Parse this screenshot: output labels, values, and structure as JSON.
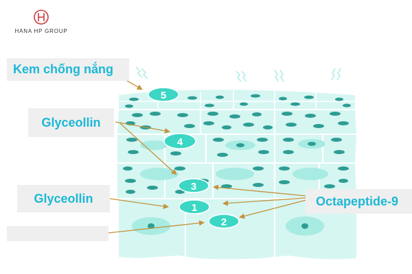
{
  "brand": {
    "name": "HANA HP GROUP",
    "logo_icon": "hana-hp-logo-icon",
    "logo_color": "#c83a3a"
  },
  "labels": {
    "sunscreen": "Kem chống nắng",
    "glyceollin_top": "Glyceollin",
    "glyceollin_bottom": "Glyceollin",
    "octapeptide": "Octapeptide-9",
    "blank": ""
  },
  "markers": [
    "5",
    "4",
    "3",
    "1",
    "2"
  ],
  "colors": {
    "label_text": "#1cb8d6",
    "label_bg": "#efefef",
    "marker_fill": "#3cd6c4",
    "cell": "#d6f6f2",
    "cell_outline": "#ffffff",
    "nucleus": "#a8ebe2",
    "granule": "#2e9d94",
    "arrow": "#c4923a"
  }
}
